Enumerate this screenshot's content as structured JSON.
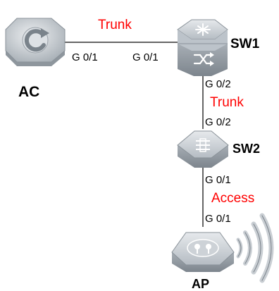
{
  "devices": {
    "ac": {
      "label": "AC",
      "icon": "access-controller-icon"
    },
    "sw1": {
      "label": "SW1",
      "icon": "core-switch-icon"
    },
    "sw2": {
      "label": "SW2",
      "icon": "access-switch-icon"
    },
    "ap": {
      "label": "AP",
      "icon": "wireless-access-point-icon"
    }
  },
  "links": {
    "ac_sw1": {
      "mode": "Trunk",
      "port_a": "G 0/1",
      "port_b": "G 0/1"
    },
    "sw1_sw2": {
      "mode": "Trunk",
      "port_a": "G 0/2",
      "port_b": "G 0/2"
    },
    "sw2_ap": {
      "mode": "Access",
      "port_a": "G 0/1",
      "port_b": "G 0/1"
    }
  },
  "colors": {
    "link_mode": "#ff0000",
    "line": "#333333",
    "device_face": "#c9ced3",
    "device_side": "#9aa1a8"
  }
}
